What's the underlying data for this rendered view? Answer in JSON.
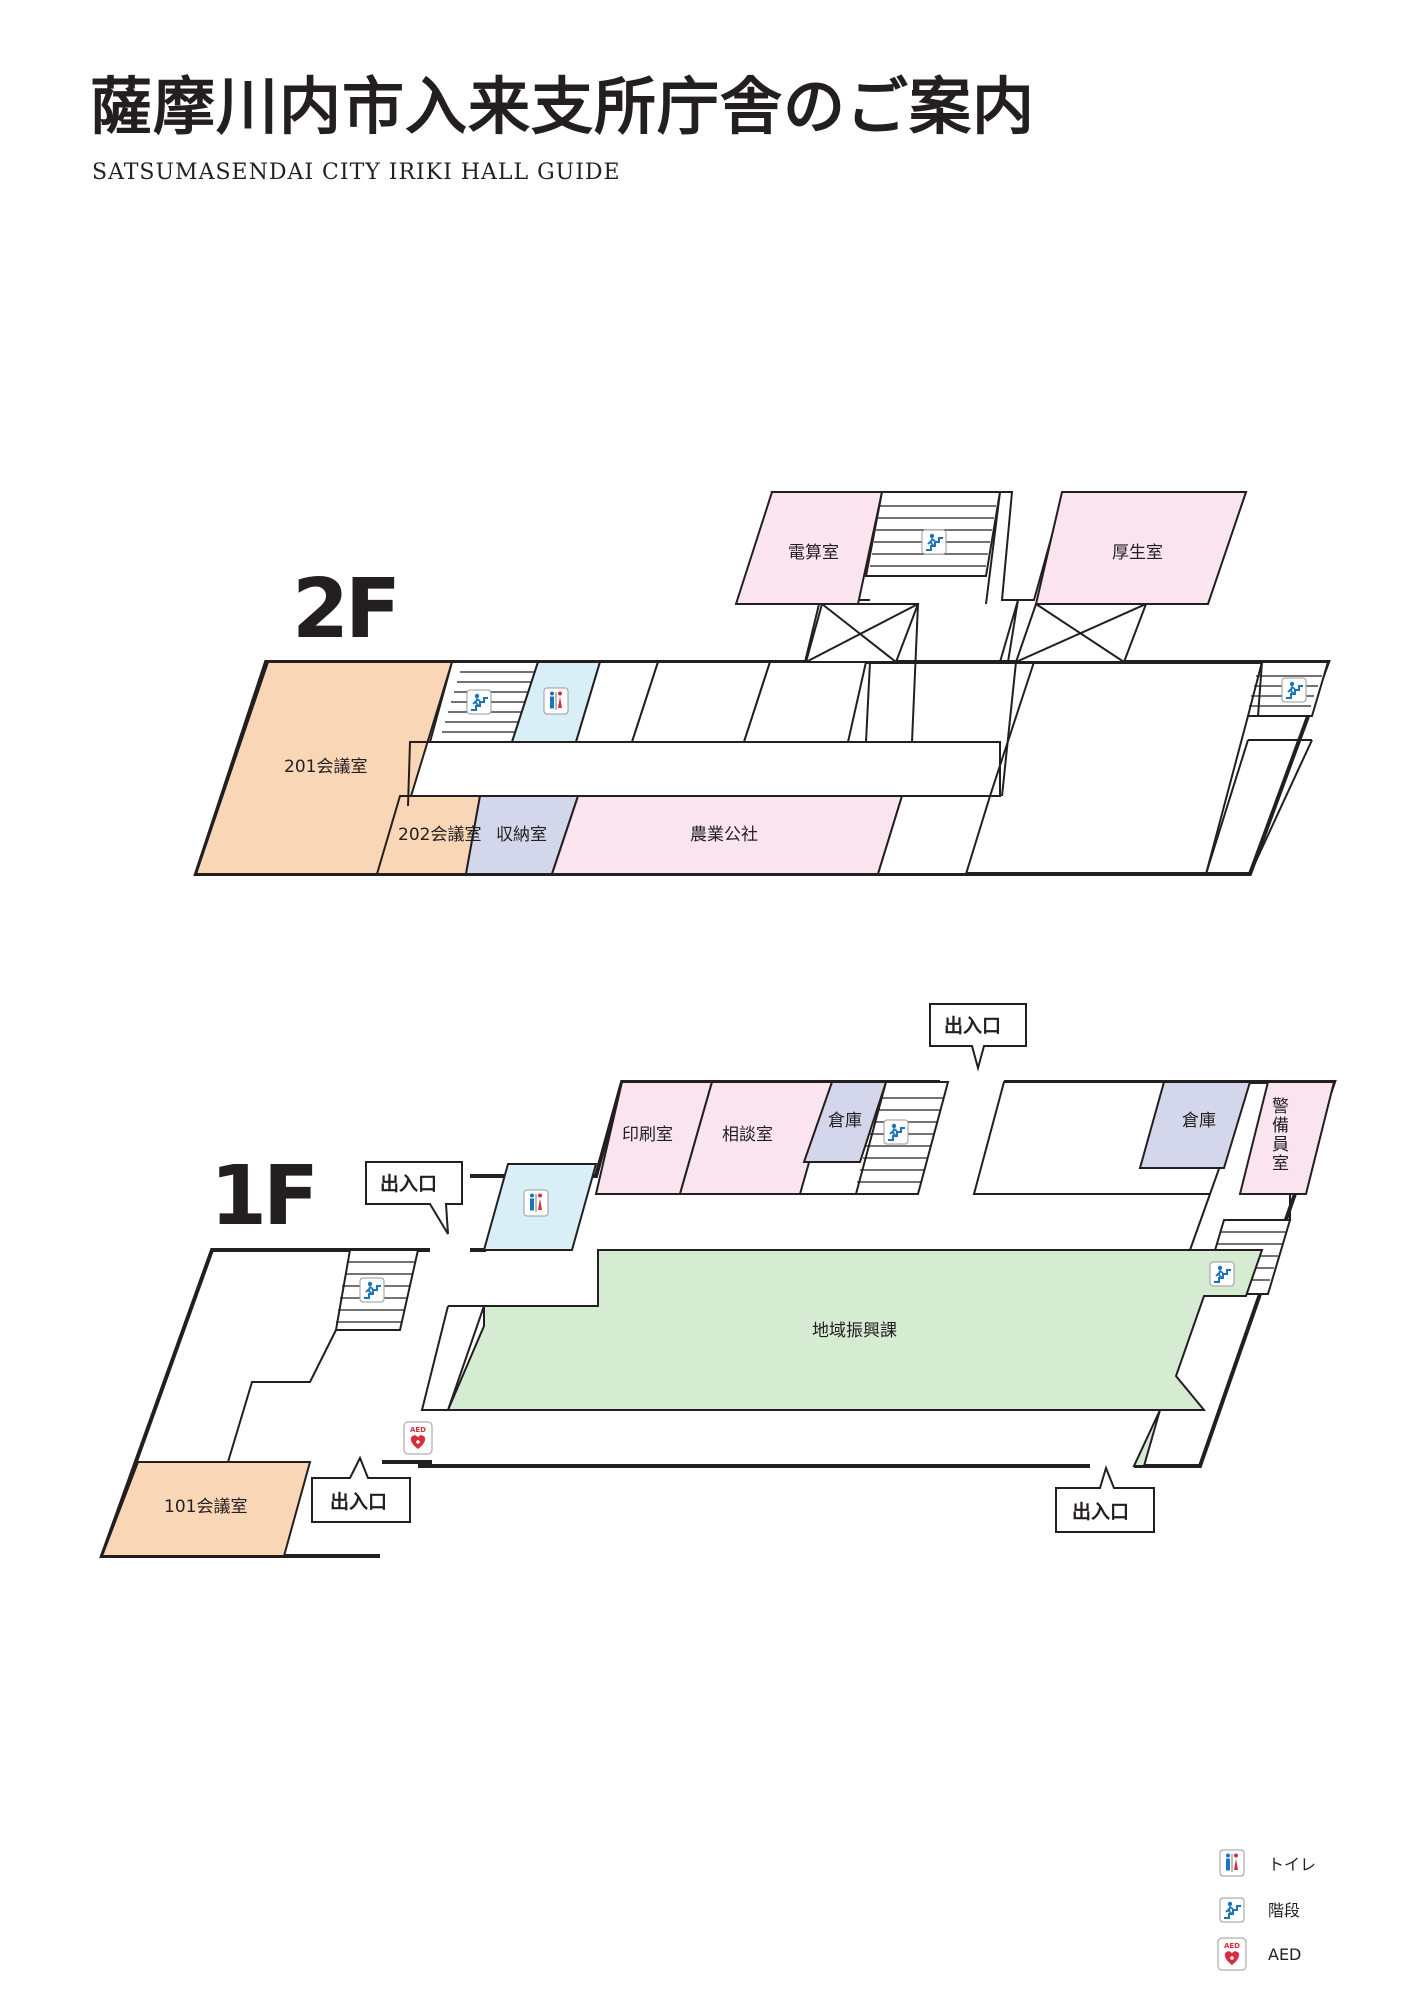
{
  "header": {
    "title": "薩摩川内市入来支所庁舎のご案内",
    "subtitle": "SATSUMASENDAI CITY IRIKI HALL GUIDE"
  },
  "floors": {
    "f2": {
      "label": "2F",
      "rooms": {
        "densan": "電算室",
        "kousei": "厚生室",
        "kaigi201": "201会議室",
        "kaigi202": "202会議室",
        "shuno": "収納室",
        "nogyo": "農業公社"
      }
    },
    "f1": {
      "label": "1F",
      "rooms": {
        "insatsu": "印刷室",
        "sodan": "相談室",
        "soko1": "倉庫",
        "soko2": "倉庫",
        "keibi": [
          "警",
          "備",
          "員",
          "室"
        ],
        "chiiki": "地域振興課",
        "kaigi101": "101会議室"
      },
      "entrances": {
        "top": "出入口",
        "left": "出入口",
        "bottom_left": "出入口",
        "bottom_right": "出入口"
      }
    }
  },
  "legend": {
    "toilet": "トイレ",
    "stairs": "階段",
    "aed": "AED"
  },
  "icons": {
    "aed_text": "AED"
  },
  "colors": {
    "meeting": "#f9d6b6",
    "office_pink": "#fae4ef",
    "storage": "#d4d6eb",
    "toilet": "#d8eff8",
    "chiiki": "#d5ebd2",
    "wall": "#231f20"
  }
}
